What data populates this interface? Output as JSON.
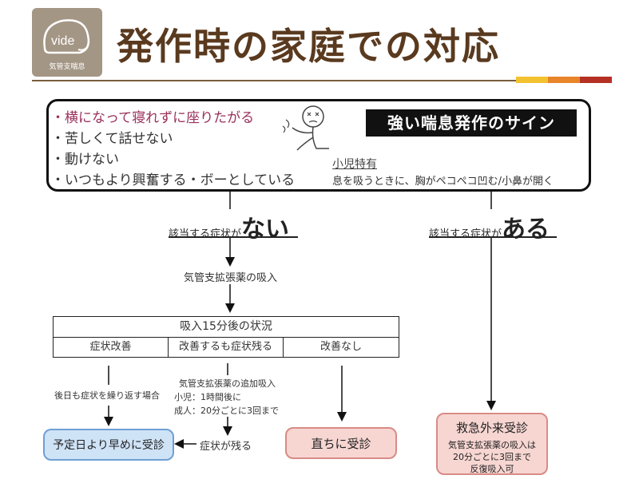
{
  "header": {
    "logo_text": "vide",
    "logo_caption": "気管支喘息",
    "title": "発作時の家庭での対応",
    "accent_colors": [
      "#f2c230",
      "#e8842a",
      "#b53124"
    ]
  },
  "signs": {
    "heading": "強い喘息発作のサイン",
    "items": [
      "・横になって寝れずに座りたがる",
      "・苦しくて話せない",
      "・動けない",
      "・いつもより興奮する・ボーとしている"
    ],
    "first_item_color": "#9a2f5a",
    "child_title": "小児特有",
    "child_text": "息を吸うときに、胸がペコペコ凹む/小鼻が開く"
  },
  "flow": {
    "no_branch": {
      "prefix": "該当する症状が",
      "big": "ない"
    },
    "yes_branch": {
      "prefix": "該当する症状が",
      "big": "ある"
    },
    "inhale": "気管支拡張薬の吸入",
    "table": {
      "header": "吸入15分後の状況",
      "columns": [
        "症状改善",
        "改善するも症状残る",
        "改善なし"
      ]
    },
    "left_note": "後日も症状を繰り返す場合",
    "middle_notes": [
      "気管支拡張薬の追加吸入",
      "小児：1時間後に",
      "成人：20分ごとに3回まで"
    ],
    "remains": "症状が残る",
    "results": {
      "scheduled": "予定日より早めに受診",
      "immediate": "直ちに受診",
      "emergency_title": "救急外来受診",
      "emergency_notes": [
        "気管支拡張薬の吸入は",
        "20分ごとに3回まで",
        "反復吸入可"
      ]
    },
    "colors": {
      "scheduled_fill": "#cfe3f7",
      "scheduled_border": "#6f9fd3",
      "pink_fill": "#f7d6d2",
      "pink_border": "#d98b86"
    }
  }
}
